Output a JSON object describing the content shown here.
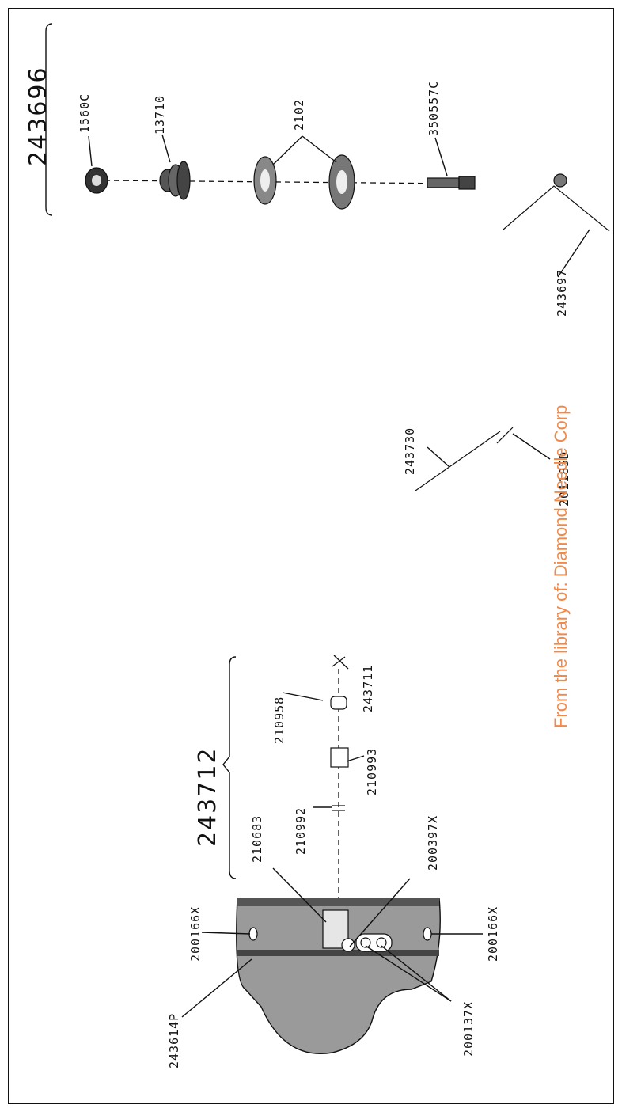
{
  "groups": {
    "tension_assembly": "243696",
    "bobbin_winder_assembly": "243712"
  },
  "labels": {
    "p1560C": "1560C",
    "p13710": "13710",
    "p2102": "2102",
    "p350557C": "350557C",
    "p243697": "243697",
    "p243730": "243730",
    "p201185D": "201185D",
    "p243711": "243711",
    "p210958": "210958",
    "p210993": "210993",
    "p210992": "210992",
    "p210683": "210683",
    "p200397X": "200397X",
    "p200166X_top": "200166X",
    "p200166X_bottom": "200166X",
    "p243614P": "243614P",
    "p200137X": "200137X"
  },
  "watermark": {
    "text": "From the library of: Diamond Needle Corp",
    "color": "#f08a4b"
  },
  "colors": {
    "ink": "#111111",
    "paper": "#ffffff",
    "housing_shade": "#9a9a9a"
  }
}
